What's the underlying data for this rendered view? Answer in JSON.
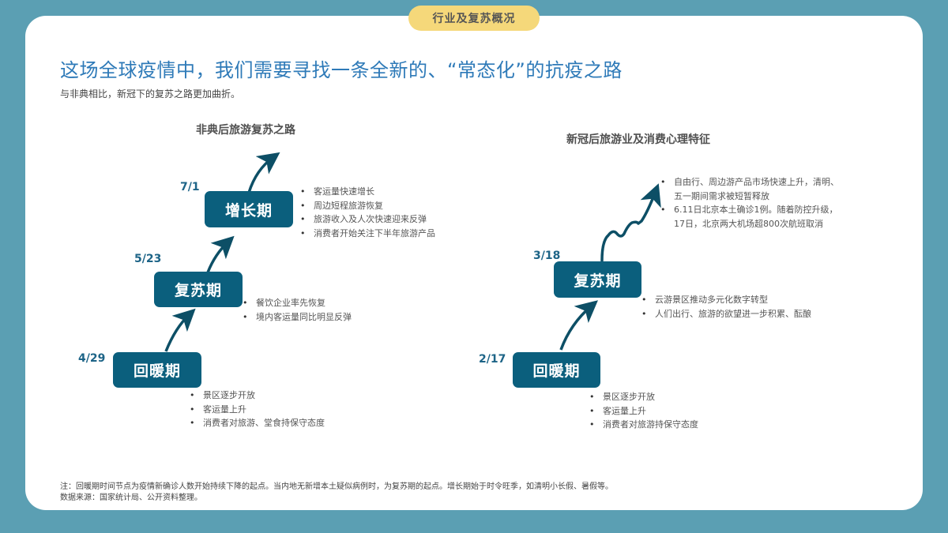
{
  "section_badge": "行业及复苏概况",
  "headline": "这场全球疫情中，我们需要寻找一条全新的、“常态化”的抗疫之路",
  "subhead": "与非典相比，新冠下的复苏之路更加曲折。",
  "colors": {
    "background": "#5b9fb3",
    "card": "#ffffff",
    "badge": "#f5d87a",
    "headline": "#2e7ab8",
    "stage_box": "#0b5f7d",
    "date": "#1d6487"
  },
  "left_diagram": {
    "title": "非典后旅游复苏之路",
    "stages": [
      {
        "label": "回暖期",
        "date": "4/29",
        "bullets": [
          "景区逐步开放",
          "客运量上升",
          "消费者对旅游、堂食持保守态度"
        ]
      },
      {
        "label": "复苏期",
        "date": "5/23",
        "bullets": [
          "餐饮企业率先恢复",
          "境内客运量同比明显反弹"
        ]
      },
      {
        "label": "增长期",
        "date": "7/1",
        "bullets": [
          "客运量快速增长",
          "周边短程旅游恢复",
          "旅游收入及人次快速迎来反弹",
          "消费者开始关注下半年旅游产品"
        ]
      }
    ]
  },
  "right_diagram": {
    "title": "新冠后旅游业及消费心理特征",
    "stages": [
      {
        "label": "回暖期",
        "date": "2/17",
        "bullets": [
          "景区逐步开放",
          "客运量上升",
          "消费者对旅游持保守态度"
        ]
      },
      {
        "label": "复苏期",
        "date": "3/18",
        "bullets": [
          "云游景区推动多元化数字转型",
          "人们出行、旅游的欲望进一步积累、酝酿"
        ]
      }
    ],
    "outlook_bullets": [
      "自由行、周边游产品市场快速上升，清明、",
      "五一期间需求被短暂释放",
      "6.11日北京本土确诊1例。随着防控升级，",
      "17日，北京两大机场超800次航班取消"
    ]
  },
  "footnote": {
    "note": "注：回暖期时间节点为疫情新确诊人数开始持续下降的起点。当内地无新增本土疑似病例时，为复苏期的起点。增长期始于时令旺季，如清明小长假、暑假等。",
    "source": "数据来源：国家统计局、公开资料整理。"
  }
}
